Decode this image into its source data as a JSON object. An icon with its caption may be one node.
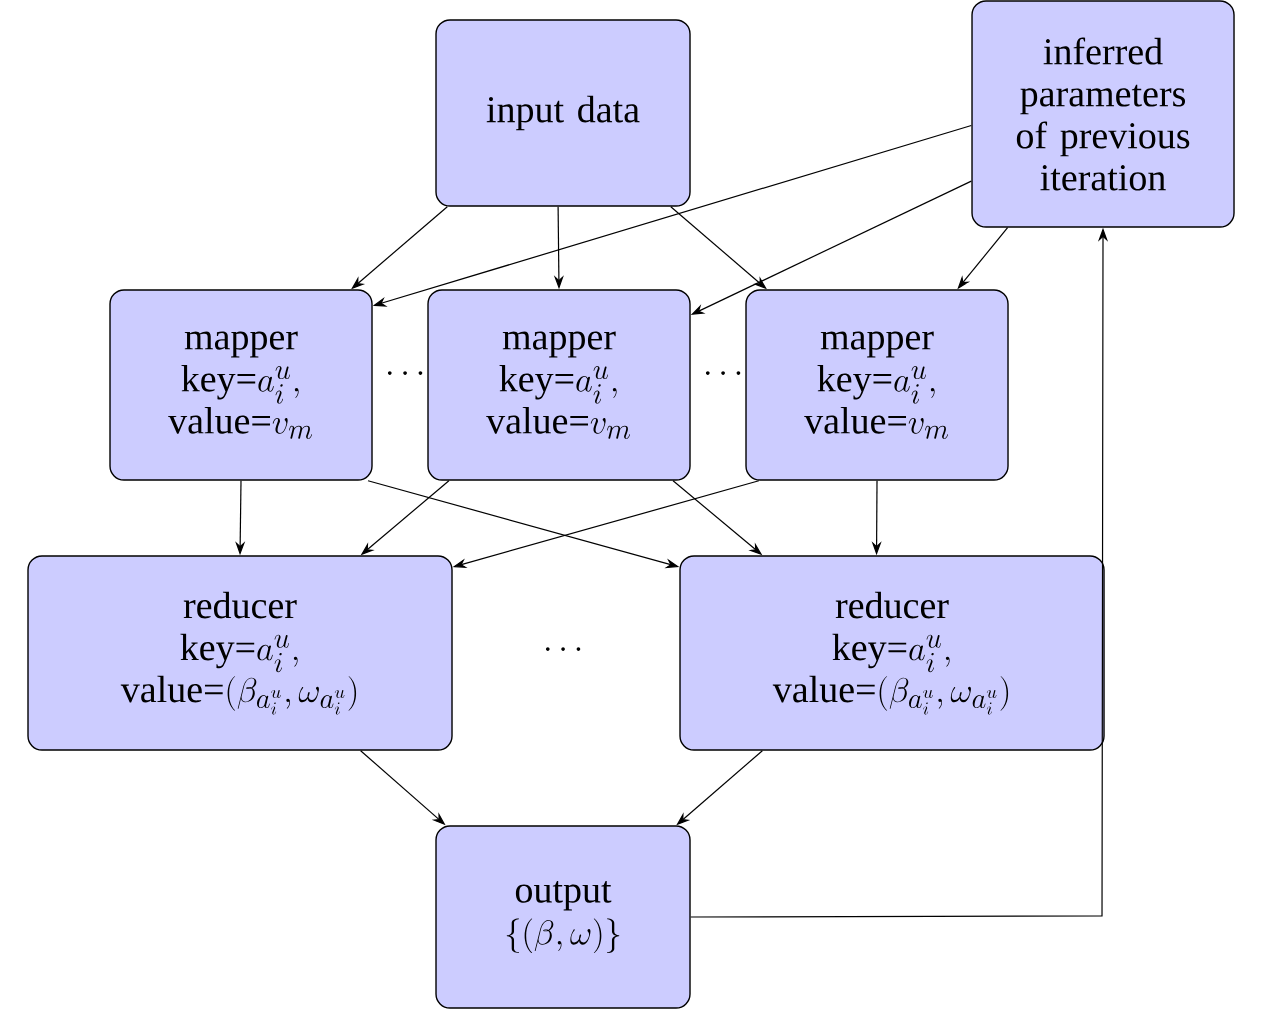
{
  "diagram": {
    "nodes": [
      {
        "text": [
          "input data"
        ]
      },
      {
        "text": [
          "inferred parameters of previous iteration"
        ]
      },
      {
        "text": [
          "mapper",
          "\\text{key=}a^u_i,",
          "\\text{value=}v_m"
        ]
      },
      {
        "text": [
          "mapper",
          "\\text{key=}a^u_i,",
          "\\text{value=}v_m"
        ]
      },
      {
        "text": [
          "mapper",
          "\\text{key=}a^u_i,",
          "\\text{value=}v_m"
        ]
      },
      {
        "text": [
          "reducer",
          "\\text{key=}a^u_i,",
          "\\text{value=}(\\beta_{a^u_i},\\omega_{a^u_i})"
        ]
      },
      {
        "text": [
          "reducer",
          "\\text{key=}a^u_i,",
          "\\text{value=}(\\beta_{a^u_i},\\omega_{a^u_i})"
        ]
      },
      {
        "text": [
          "output",
          "\\{(\\beta,\\omega)\\}"
        ]
      }
    ],
    "edges": [
      {
        "from": 0,
        "to": 2,
        "arrow": "to"
      },
      {
        "from": 0,
        "to": 3,
        "arrow": "to"
      },
      {
        "from": 0,
        "to": 4,
        "arrow": "to"
      },
      {
        "from": 1,
        "to": 2,
        "arrow": "to"
      },
      {
        "from": 1,
        "to": 3,
        "arrow": "to"
      },
      {
        "from": 1,
        "to": 4,
        "arrow": "to"
      },
      {
        "from": 2,
        "to": 5,
        "arrow": "to"
      },
      {
        "from": 2,
        "to": 6,
        "arrow": "to"
      },
      {
        "from": 3,
        "to": 5,
        "arrow": "to"
      },
      {
        "from": 3,
        "to": 6,
        "arrow": "to"
      },
      {
        "from": 4,
        "to": 5,
        "arrow": "to"
      },
      {
        "from": 4,
        "to": 6,
        "arrow": "to"
      },
      {
        "from": 5,
        "to": 7,
        "arrow": "to"
      },
      {
        "from": 6,
        "to": 7,
        "arrow": "to"
      },
      {
        "from": 7,
        "to": 1,
        "arrow": "to"
      }
    ],
    "labels": [
      "\\cdots",
      "\\cdots",
      "\\cdots"
    ]
  }
}
